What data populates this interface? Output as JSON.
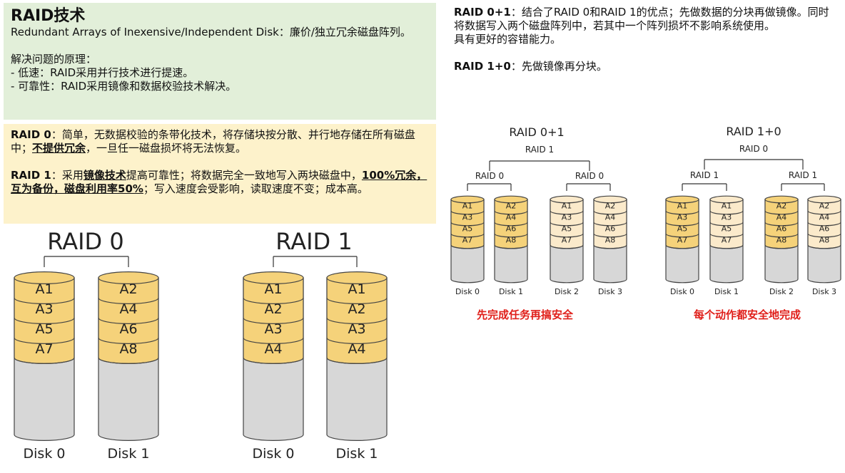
{
  "green": {
    "title": "RAID技术",
    "line1": "Redundant Arrays of Inexensive/Independent Disk：廉价/独立冗余磁盘阵列。",
    "principle_heading": "解决问题的原理：",
    "bullet1": "- 低速：RAID采用并行技术进行提速。",
    "bullet2": "- 可靠性：RAID采用镜像和数据校验技术解决。"
  },
  "yellow": {
    "raid0_label": "RAID 0",
    "raid0_text_a": "：简单，无数据校验的条带化技术，将存储块按分散、并行地存储在所有磁盘中；",
    "raid0_emph": "不提供冗余",
    "raid0_text_b": "，一旦任一磁盘损坏将无法恢复。",
    "raid1_label": "RAID 1",
    "raid1_text_a": "：采用",
    "raid1_emph1": "镜像技术",
    "raid1_text_b": "提高可靠性；将数据完全一致地写入两块磁盘中，",
    "raid1_emph2": "100%冗余，互为备份，磁盘利用率50%",
    "raid1_text_c": "；写入速度会受影响，读取速度不变；成本高。"
  },
  "right": {
    "raid01_label": "RAID 0+1",
    "raid01_text": "：结合了RAID 0和RAID 1的优点；先做数据的分块再做镜像。同时将数据写入两个磁盘阵列中，若其中一个阵列损坏不影响系统使用。",
    "raid01_text2": "具有更好的容错能力。",
    "raid10_label": "RAID 1+0",
    "raid10_text": "：先做镜像再分块。",
    "caption_left": "先完成任务再搞安全",
    "caption_right": "每个动作都安全地完成"
  },
  "diagrams": {
    "raid0": {
      "title": "RAID 0",
      "disks": [
        {
          "label": "Disk 0",
          "blocks": [
            "A1",
            "A3",
            "A5",
            "A7"
          ]
        },
        {
          "label": "Disk 1",
          "blocks": [
            "A2",
            "A4",
            "A6",
            "A8"
          ]
        }
      ]
    },
    "raid1": {
      "title": "RAID 1",
      "disks": [
        {
          "label": "Disk 0",
          "blocks": [
            "A1",
            "A2",
            "A3",
            "A4"
          ]
        },
        {
          "label": "Disk 1",
          "blocks": [
            "A1",
            "A2",
            "A3",
            "A4"
          ]
        }
      ]
    },
    "raid01": {
      "title": "RAID 0+1",
      "top": "RAID 1",
      "groups": [
        "RAID 0",
        "RAID 0"
      ],
      "disks": [
        {
          "label": "Disk 0",
          "blocks": [
            "A1",
            "A3",
            "A5",
            "A7"
          ]
        },
        {
          "label": "Disk 1",
          "blocks": [
            "A2",
            "A4",
            "A6",
            "A8"
          ]
        },
        {
          "label": "Disk 2",
          "blocks": [
            "A1",
            "A3",
            "A5",
            "A7"
          ]
        },
        {
          "label": "Disk 3",
          "blocks": [
            "A2",
            "A4",
            "A6",
            "A8"
          ]
        }
      ]
    },
    "raid10": {
      "title": "RAID 1+0",
      "top": "RAID 0",
      "groups": [
        "RAID 1",
        "RAID 1"
      ],
      "disks": [
        {
          "label": "Disk 0",
          "blocks": [
            "A1",
            "A3",
            "A5",
            "A7"
          ]
        },
        {
          "label": "Disk 1",
          "blocks": [
            "A1",
            "A3",
            "A5",
            "A7"
          ]
        },
        {
          "label": "Disk 2",
          "blocks": [
            "A2",
            "A4",
            "A6",
            "A8"
          ]
        },
        {
          "label": "Disk 3",
          "blocks": [
            "A2",
            "A4",
            "A6",
            "A8"
          ]
        }
      ]
    }
  },
  "colors": {
    "gold": "#f5d27a",
    "light_gold": "#fbeacb",
    "gray": "#d7d7d7",
    "red": "#e0201b",
    "green_bg": "#e2efd9",
    "yellow_bg": "#fdf2cb"
  }
}
